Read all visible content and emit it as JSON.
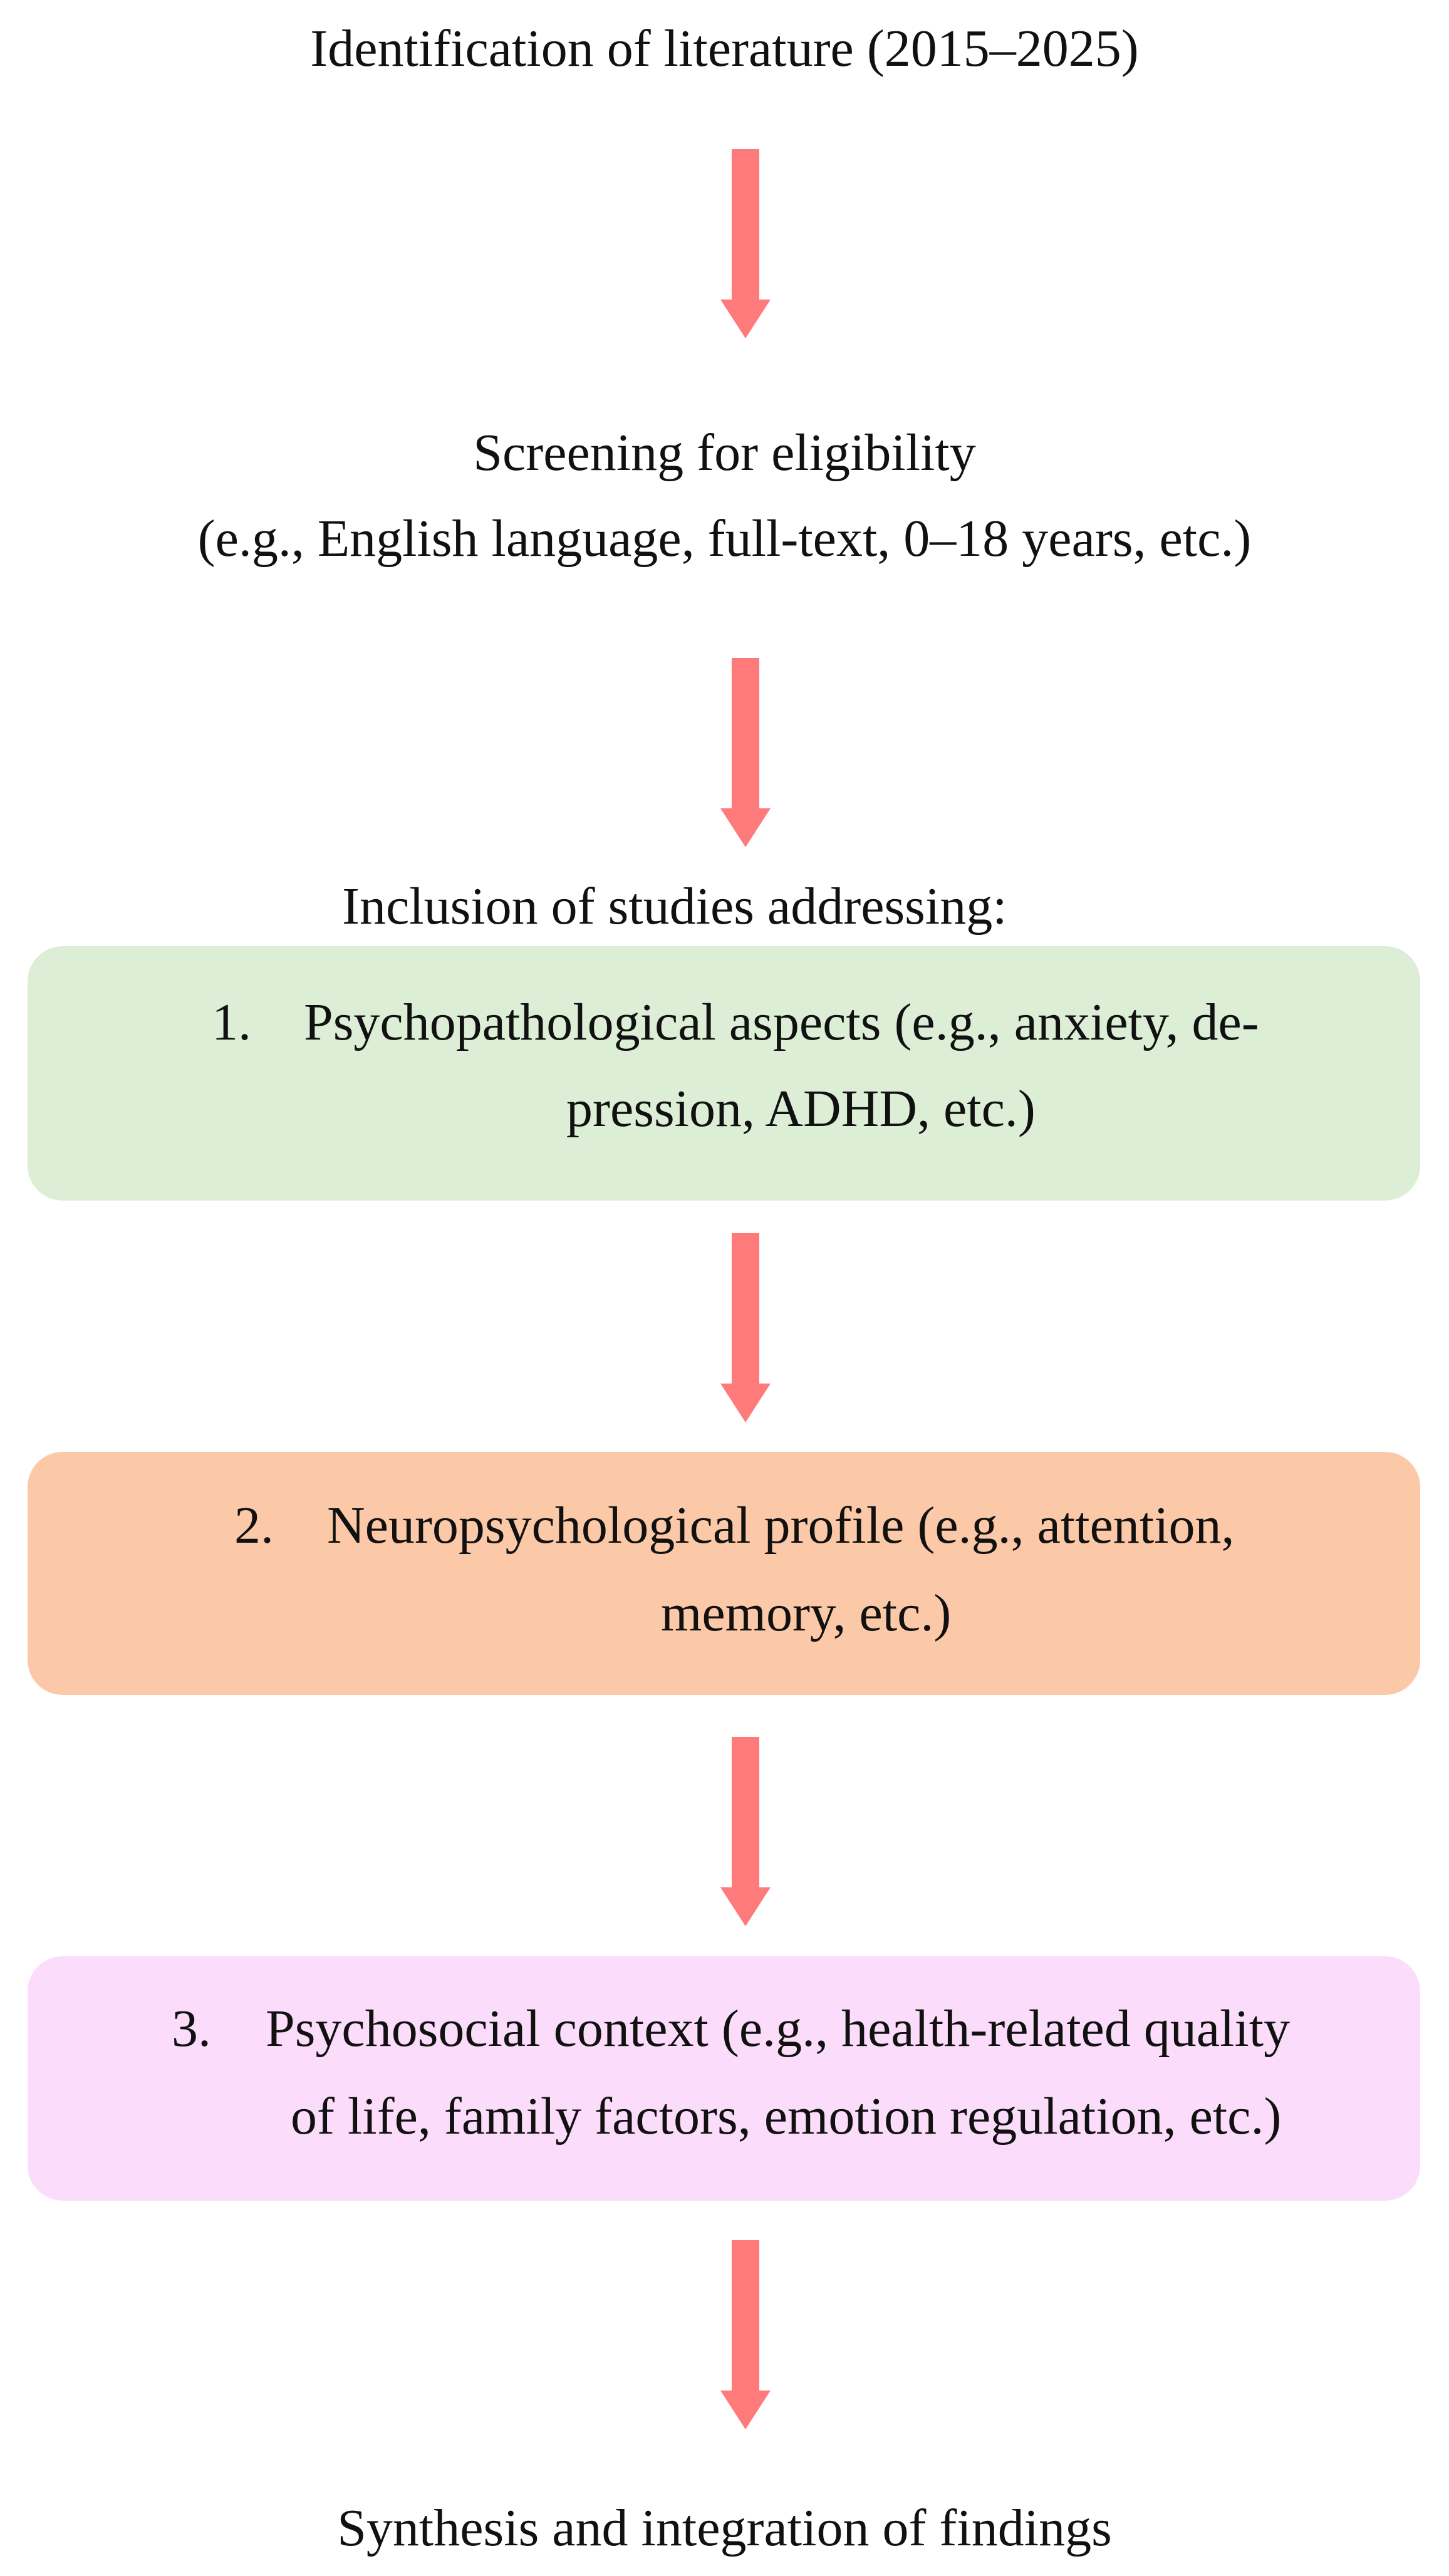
{
  "flow": {
    "identification": "Identification of literature (2015–2025)",
    "screening_title": "Screening for eligibility",
    "screening_detail": "(e.g., English language, full-text, 0–18 years, etc.)",
    "inclusion_heading": "Inclusion of studies addressing:",
    "steps": [
      {
        "number": "1.",
        "line1": "Psychopathological aspects (e.g., anxiety, de-",
        "line2": "pression, ADHD, etc.)",
        "fill": "#dcefd6"
      },
      {
        "number": "2.",
        "line1": "Neuropsychological profile (e.g., attention,",
        "line2": "memory, etc.)",
        "fill": "#fcc9a8"
      },
      {
        "number": "3.",
        "line1": "Psychosocial context (e.g., health-related quality",
        "line2": "of life, family factors, emotion regulation, etc.)",
        "fill": "#fbdcfa"
      }
    ],
    "synthesis": "Synthesis and integration of findings"
  },
  "colors": {
    "arrow": "#ff7b7b",
    "text": "#111111"
  }
}
